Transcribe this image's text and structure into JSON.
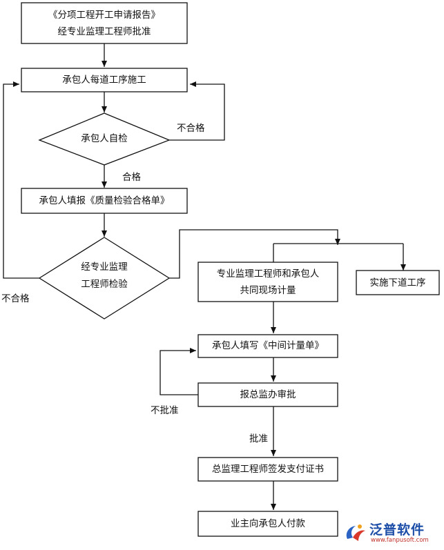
{
  "nodes": {
    "n1": [
      "《分项工程开工申请报告》",
      "经专业监理工程师批准"
    ],
    "n2": [
      "承包人每道工序施工"
    ],
    "d1": [
      "承包人自检"
    ],
    "n3": [
      "承包人填报《质量检验合格单》"
    ],
    "d2": [
      "经专业监理",
      "工程师检验"
    ],
    "n4": [
      "专业监理工程师和承包人",
      "共同现场计量"
    ],
    "n5": [
      "实施下道工序"
    ],
    "n6": [
      "承包人填写《中间计量单》"
    ],
    "n7": [
      "报总监办审批"
    ],
    "n8": [
      "总监理工程师签发支付证书"
    ],
    "n9": [
      "业主向承包人付款"
    ]
  },
  "labels": {
    "fail_selfcheck": "不合格",
    "pass_selfcheck": "合格",
    "fail_inspection": "不合格",
    "not_approved": "不批准",
    "approved": "批准"
  },
  "logo": {
    "brand": "泛普软件",
    "url": "www.fanpusoft.com"
  }
}
